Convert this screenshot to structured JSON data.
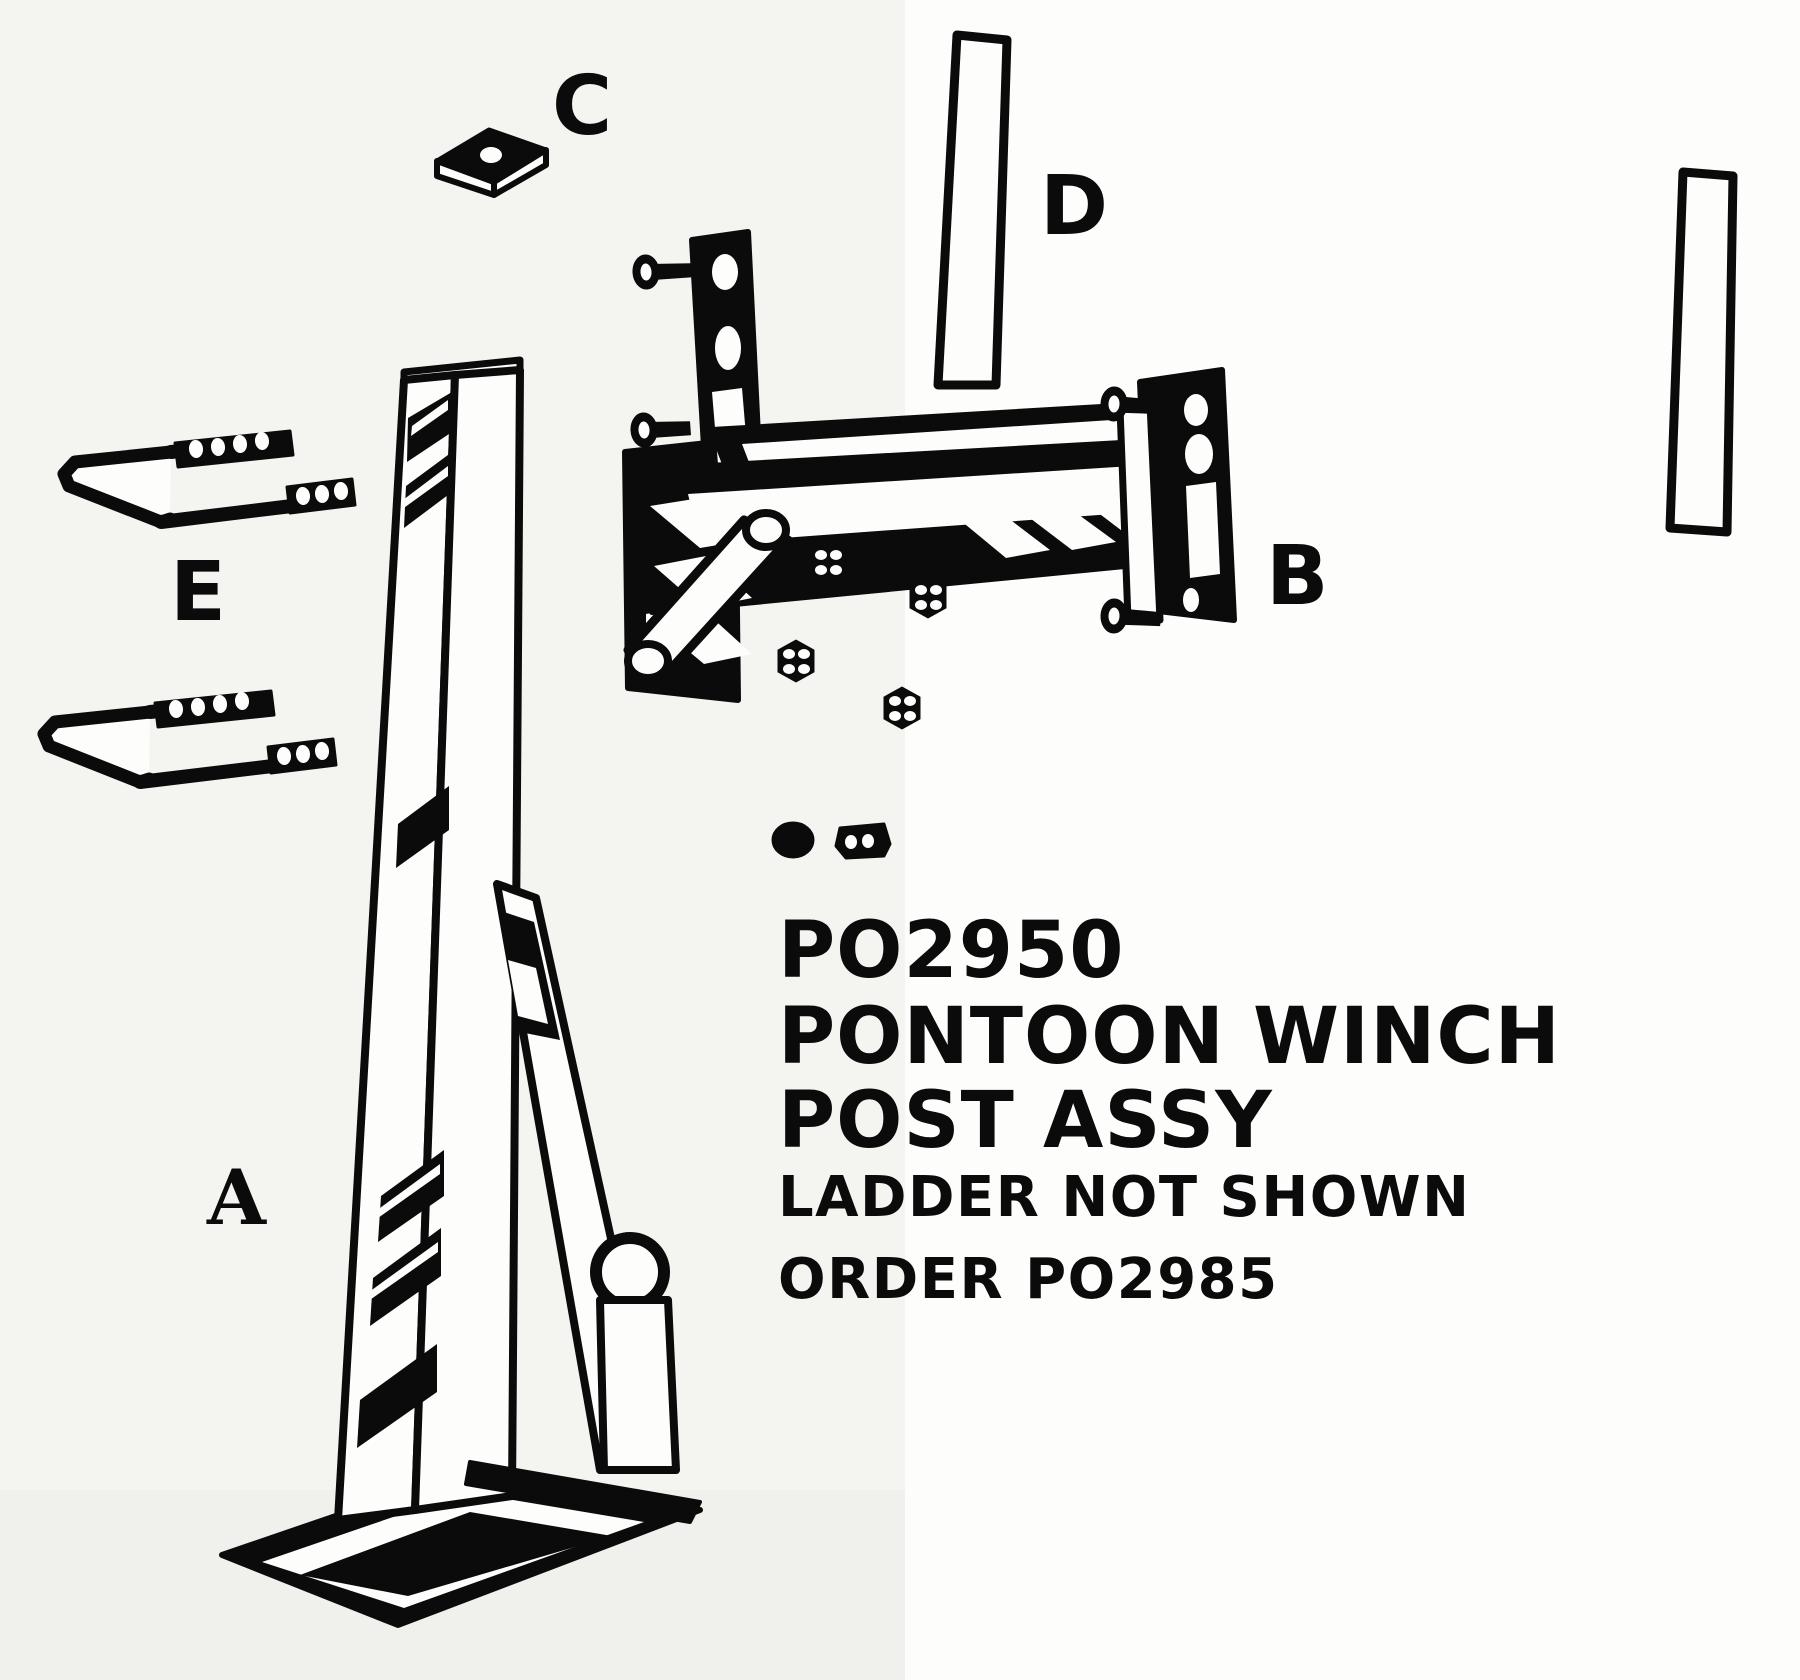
{
  "document": {
    "type": "exploded-assembly-diagram",
    "background_color": "#fdfdfb",
    "ink_color": "#0b0b0b"
  },
  "caption": {
    "part_number": "PO2950",
    "name_line1": "PONTOON WINCH",
    "name_line2": "POST ASSY",
    "note": "LADDER NOT SHOWN",
    "order_note": "ORDER PO2985"
  },
  "callouts": {
    "a": "A",
    "b": "B",
    "c": "C",
    "d": "D",
    "e": "E"
  },
  "parts": [
    {
      "key": "A",
      "label": "A",
      "name": "winch post with base plate and diagonal brace"
    },
    {
      "key": "B",
      "label": "B",
      "name": "winch mounting bracket assembly"
    },
    {
      "key": "C",
      "label": "C",
      "name": "post cap with center hole"
    },
    {
      "key": "D",
      "label": "D",
      "name": "flat mounting bar"
    },
    {
      "key": "E",
      "label": "E",
      "name": "U-bolt with threaded ends"
    }
  ],
  "hardware": {
    "u_bolts": 2,
    "flat_bars": 2,
    "hex_nuts": 4,
    "carriage_bolts": 4,
    "small_washer": 1,
    "small_nut": 1
  }
}
